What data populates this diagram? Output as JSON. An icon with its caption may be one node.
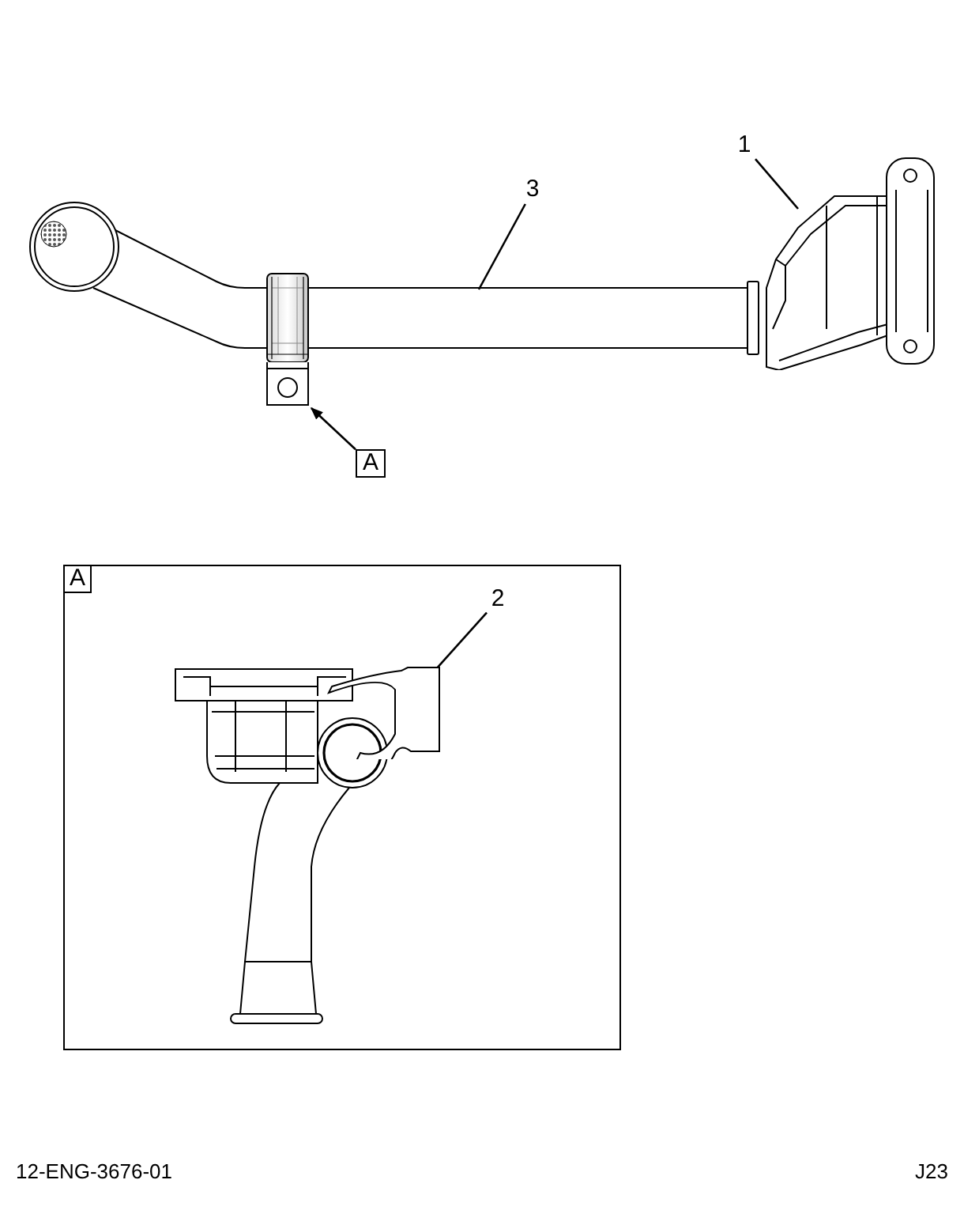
{
  "diagram": {
    "nodes": [
      {
        "text": [
          "1"
        ]
      },
      {
        "text": [],
        "shape": "picture"
      },
      {
        "text": [
          "3"
        ]
      },
      {
        "text": [],
        "shape": "picture"
      },
      {
        "text": [
          "A"
        ]
      },
      {
        "text": [],
        "shape": "picture"
      },
      {
        "text": [],
        "shape": "box"
      },
      {
        "text": [
          "A"
        ],
        "in": 6
      },
      {
        "text": [
          "2"
        ],
        "in": 6
      },
      {
        "text": [],
        "shape": "picture",
        "in": 6
      }
    ],
    "edges": [
      {
        "from": 0,
        "to": 1,
        "arrow": "none"
      },
      {
        "from": 2,
        "to": 3,
        "arrow": "none"
      },
      {
        "from": 4,
        "to": 5,
        "arrow": "to"
      },
      {
        "from": 8,
        "to": 9,
        "arrow": "none"
      }
    ],
    "labels": [
      "12-ENG-3676-01",
      "J23"
    ]
  }
}
